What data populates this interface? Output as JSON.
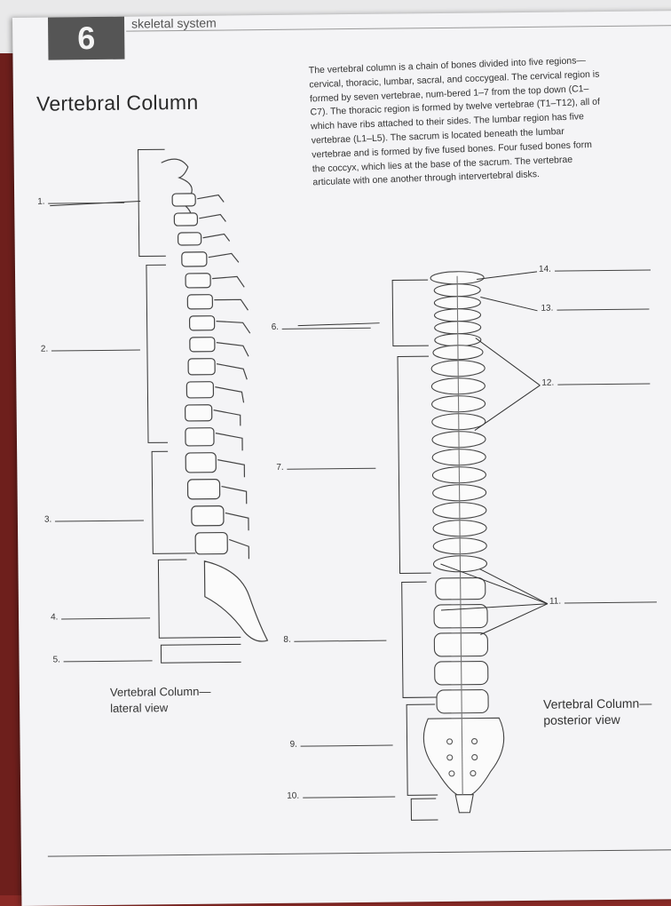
{
  "header": {
    "chapter_number": "6",
    "chapter_name": "skeletal system"
  },
  "title": "Vertebral Column",
  "intro": "The vertebral column is a chain of bones divided into five regions—cervical, thoracic, lumbar, sacral, and coccygeal. The cervical region is formed by seven vertebrae, num-bered 1–7 from the top down (C1–C7). The thoracic region is formed by twelve vertebrae (T1–T12), all of which have ribs attached to their sides. The lumbar region has five vertebrae (L1–L5). The sacrum is located beneath the lumbar vertebrae and is formed by five fused bones. Four fused bones form the coccyx, which lies at the base of the sacrum. The vertebrae articulate with one another through intervertebral disks.",
  "labels": [
    "1.",
    "2.",
    "3.",
    "4.",
    "5.",
    "6.",
    "7.",
    "8.",
    "9.",
    "10.",
    "11.",
    "12.",
    "13.",
    "14."
  ],
  "captions": {
    "lateral_line1": "Vertebral Column—",
    "lateral_line2": "lateral view",
    "posterior_line1": "Vertebral Column—",
    "posterior_line2": "posterior view"
  }
}
